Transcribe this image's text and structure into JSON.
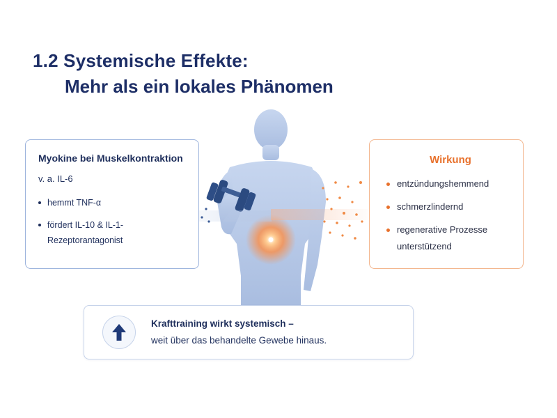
{
  "title": {
    "line1": "1.2 Systemische Effekte:",
    "line2": "Mehr als ein lokales Phänomen"
  },
  "left_panel": {
    "heading": "Myokine bei Muskelkontraktion",
    "subheading": "v. a. IL-6",
    "items": [
      "hemmt TNF-α",
      "fördert IL-10 & IL-1-Rezeptorantagonist"
    ]
  },
  "right_panel": {
    "heading": "Wirkung",
    "items": [
      "entzündungshemmend",
      "schmerzlindernd",
      "regenerative Prozesse unterstützend"
    ]
  },
  "banner": {
    "line1": "Krafttraining wirkt systemisch –",
    "line2": "weit über das behandelte Gewebe hinaus."
  },
  "colors": {
    "navy": "#1d2e66",
    "orange": "#e8712c",
    "body_blue": "#b3c6e6",
    "left_border": "#9db4dd",
    "right_border": "#f3b58d"
  },
  "icons": [
    "up-arrow-icon",
    "dumbbell-icon",
    "human-body-figure",
    "glow-center-icon"
  ]
}
